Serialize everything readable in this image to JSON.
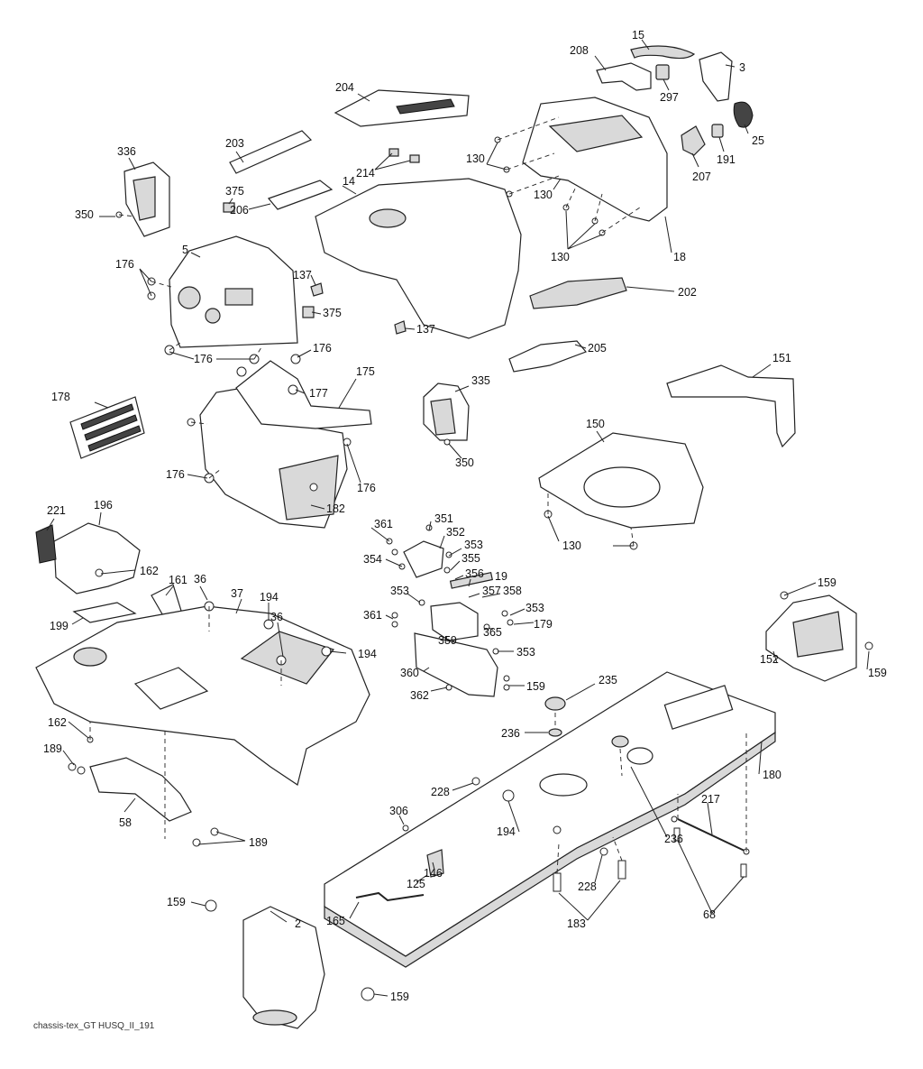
{
  "footer": {
    "drawing_id": "chassis-tex_GT HUSQ_II_191"
  },
  "callouts": {
    "c15": "15",
    "c208": "208",
    "c3": "3",
    "c297": "297",
    "c25": "25",
    "c191": "191",
    "c207": "207",
    "c204": "204",
    "c203": "203",
    "c214": "214",
    "c14": "14",
    "c206": "206",
    "c375a": "375",
    "c336": "336",
    "c350a": "350",
    "c130a": "130",
    "c130b": "130",
    "c130c": "130",
    "c18": "18",
    "c202": "202",
    "c5": "5",
    "c176a": "176",
    "c137a": "137",
    "c375b": "375",
    "c137b": "137",
    "c176b": "176",
    "c176c": "176",
    "c175": "175",
    "c177": "177",
    "c205": "205",
    "c178": "178",
    "c335": "335",
    "c151": "151",
    "c150": "150",
    "c350b": "350",
    "c176d": "176",
    "c176e": "176",
    "c182": "182",
    "c130d": "130",
    "c221": "221",
    "c196": "196",
    "c162a": "162",
    "c161": "161",
    "c36a": "36",
    "c37": "37",
    "c194a": "194",
    "c36b": "36",
    "c194b": "194",
    "c199": "199",
    "c361a": "361",
    "c351": "351",
    "c352": "352",
    "c353a": "353",
    "c354": "354",
    "c355": "355",
    "c356": "356",
    "c19": "19",
    "c358": "358",
    "c357": "357",
    "c353b": "353",
    "c353c": "353",
    "c179": "179",
    "c361b": "361",
    "c359": "359",
    "c365": "365",
    "c353d": "353",
    "c360": "360",
    "c159a": "159",
    "c362": "362",
    "c159b": "159",
    "c152": "152",
    "c159c": "159",
    "c162b": "162",
    "c189a": "189",
    "c58": "58",
    "c189b": "189",
    "c235": "235",
    "c236a": "236",
    "c180": "180",
    "c228a": "228",
    "c194c": "194",
    "c236b": "236",
    "c217": "217",
    "c306": "306",
    "c146": "146",
    "c125": "125",
    "c228b": "228",
    "c68": "68",
    "c159d": "159",
    "c2": "2",
    "c165": "165",
    "c183": "183",
    "c159e": "159"
  }
}
